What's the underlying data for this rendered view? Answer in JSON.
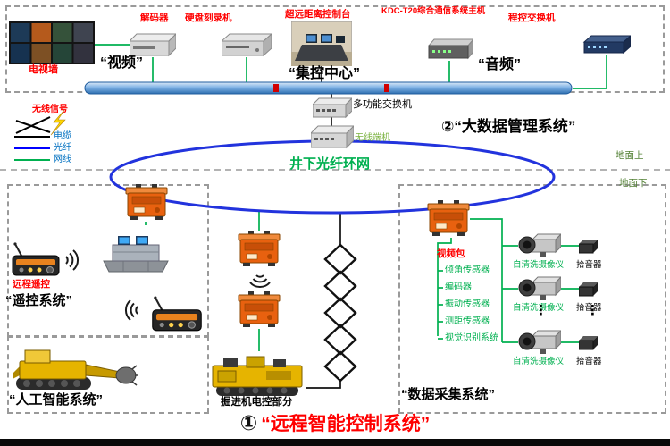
{
  "surface": {
    "tv_wall": "电视墙",
    "decoder": "解码器",
    "hdd_recorder": "硬盘刻录机",
    "video_group": "“视频”",
    "console": "超远距离控制台",
    "control_center": "“集控中心”",
    "comm_host": "KDC-T20综合通信系统主机",
    "pbx": "程控交换机",
    "audio_group": "“音频”"
  },
  "legend": {
    "wireless": "无线信号",
    "cable": "电缆",
    "fiber": "光纤",
    "ethernet": "网线"
  },
  "network": {
    "switch": "多功能交换机",
    "wireless_terminal": "无线端机",
    "ring": "井下光纤环网",
    "big_data": "②“大数据管理系统”",
    "above": "地面上",
    "below": "地面下"
  },
  "remote": {
    "remote_control": "远程遥控",
    "title": "“遥控系统”"
  },
  "ai": {
    "title": "“人工智能系统”"
  },
  "machine": {
    "ecu": "掘进机电控部分"
  },
  "das": {
    "video_pack": "视频包",
    "sensors": [
      "倾角传感器",
      "编码器",
      "振动传感器",
      "测距传感器",
      "视觉识别系统"
    ],
    "camera": "自清洗摄像仪",
    "pickup": "拾音器",
    "ellipsis": "⋮",
    "title": "“数据采集系统”"
  },
  "footer": {
    "num": "①",
    "title": "“远程智能控制系统”"
  },
  "colors": {
    "ethernet": "#00b050",
    "fiber": "#0000ff",
    "cable": "#000000",
    "ring_stroke": "#2233dd",
    "accent_red": "#ff0000"
  }
}
